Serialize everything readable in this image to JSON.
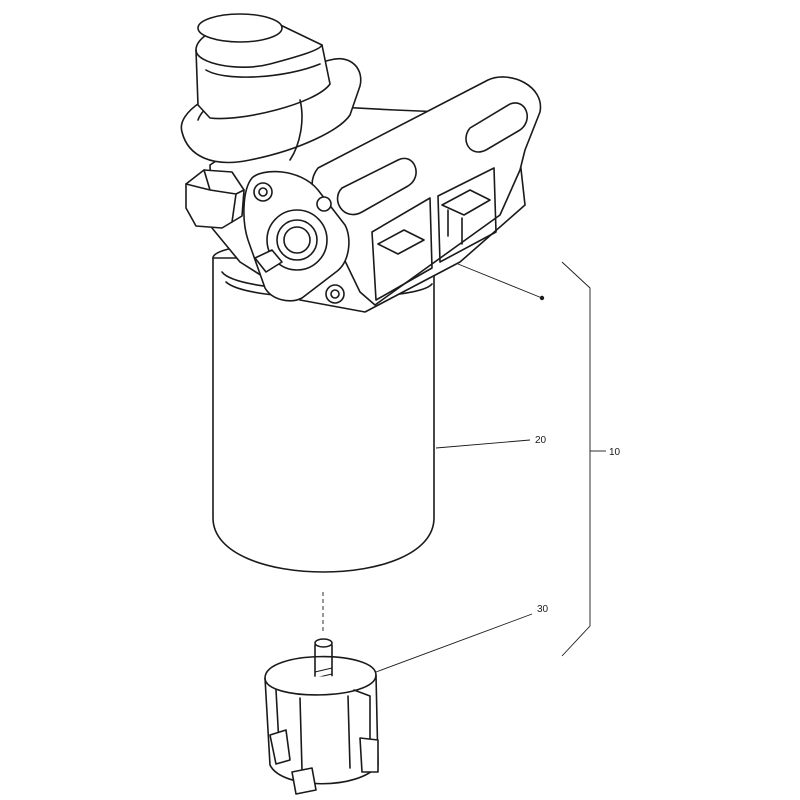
{
  "callouts": {
    "assembly": "10",
    "filter_cartridge": "20",
    "water_sensor": "30"
  },
  "colors": {
    "line": "#1a1a1a",
    "background": "#ffffff"
  }
}
